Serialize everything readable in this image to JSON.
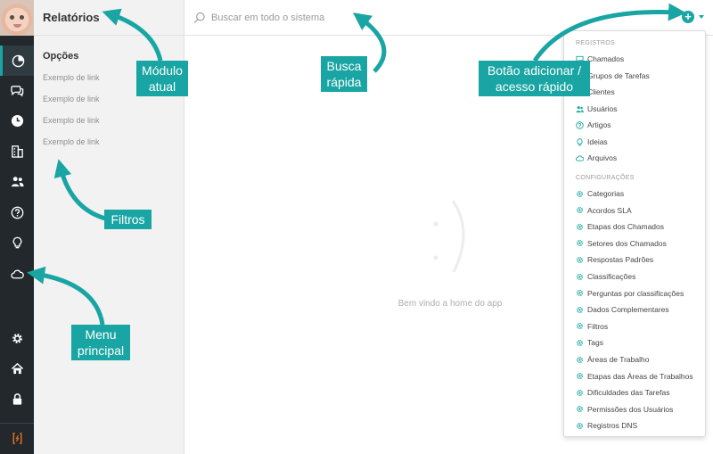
{
  "module": {
    "title": "Relatórios"
  },
  "search": {
    "placeholder": "Buscar em todo o sistema"
  },
  "filters": {
    "heading": "Opções",
    "links": [
      "Exemplo de link",
      "Exemplo de link",
      "Exemplo de link",
      "Exemplo de link"
    ]
  },
  "rail": {
    "items": [
      {
        "icon": "pie-chart-icon",
        "active": true
      },
      {
        "icon": "chat-bubbles-icon"
      },
      {
        "icon": "clock-icon"
      },
      {
        "icon": "building-icon"
      },
      {
        "icon": "users-icon"
      },
      {
        "icon": "help-circle-icon"
      },
      {
        "icon": "lightbulb-icon"
      },
      {
        "icon": "cloud-icon"
      },
      {
        "icon": "gear-icon"
      },
      {
        "icon": "home-icon"
      },
      {
        "icon": "lock-icon"
      },
      {
        "icon": "brand-logo-icon"
      }
    ]
  },
  "center": {
    "welcome": "Bem vindo a home do app"
  },
  "dropdown": {
    "registros_label": "Registros",
    "registros": [
      {
        "label": "Chamados",
        "icon": "chat-icon"
      },
      {
        "label": "Grupos de Tarefas",
        "icon": "tasks-icon"
      },
      {
        "label": "Clientes",
        "icon": "building-icon"
      },
      {
        "label": "Usuários",
        "icon": "users-icon"
      },
      {
        "label": "Artigos",
        "icon": "help-circle-icon"
      },
      {
        "label": "Ideias",
        "icon": "lightbulb-icon"
      },
      {
        "label": "Arquivos",
        "icon": "cloud-icon"
      }
    ],
    "config_label": "Configurações",
    "configuracoes": [
      "Categorias",
      "Acordos SLA",
      "Etapas dos Chamados",
      "Setores dos Chamados",
      "Respostas Padrões",
      "Classificações",
      "Perguntas por classificações",
      "Dados Complementares",
      "Filtros",
      "Tags",
      "Áreas de Trabalho",
      "Etapas das Áreas de Trabalhos",
      "Dificuldades das Tarefas",
      "Permissões dos Usuários",
      "Registros DNS"
    ]
  },
  "annotations": {
    "modulo": "Módulo\natual",
    "busca": "Busca\nrápida",
    "botao": "Botão adicionar /\nacesso rápido",
    "filtros": "Filtros",
    "menu": "Menu\nprincipal"
  },
  "colors": {
    "accent": "#19a5a3",
    "rail": "#23282d",
    "panel": "#f2f2f2"
  }
}
